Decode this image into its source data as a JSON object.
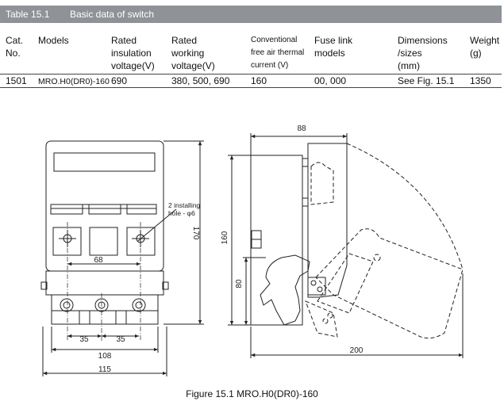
{
  "table": {
    "number": "Table 15.1",
    "title": "Basic data of switch",
    "headers": {
      "cat": [
        "Cat.",
        "No."
      ],
      "models": [
        "Models"
      ],
      "insulation": [
        "Rated",
        "insulation",
        "voltage(V)"
      ],
      "working": [
        "Rated",
        "working",
        "voltage(V)"
      ],
      "thermal": [
        "Conventional",
        "free air thermal",
        "current (V)"
      ],
      "fuse": [
        "Fuse link",
        "models"
      ],
      "dims": [
        "Dimensions",
        "/sizes",
        "(mm)"
      ],
      "weight": [
        "Weight",
        "",
        "(g)"
      ]
    },
    "row": {
      "cat": "1501",
      "model": "MRO.H0(DR0)-160",
      "insulation": "690",
      "working": "380, 500, 690",
      "thermal": "160",
      "fuse": "00, 000",
      "dims": "See Fig. 15.1",
      "weight": "1350"
    }
  },
  "figure": {
    "dimensions": {
      "front_height": "170",
      "hole_spacing": "68",
      "pitch_left": "35",
      "pitch_right": "35",
      "base_width": "108",
      "overall_width": "115",
      "side_depth": "88",
      "side_height": "160",
      "side_lower": "80",
      "swing_width": "200"
    },
    "hole_note_line1": "2 installing",
    "hole_note_line2": "hole - φ6",
    "caption": "Figure 15.1 MRO.H0(DR0)-160"
  }
}
